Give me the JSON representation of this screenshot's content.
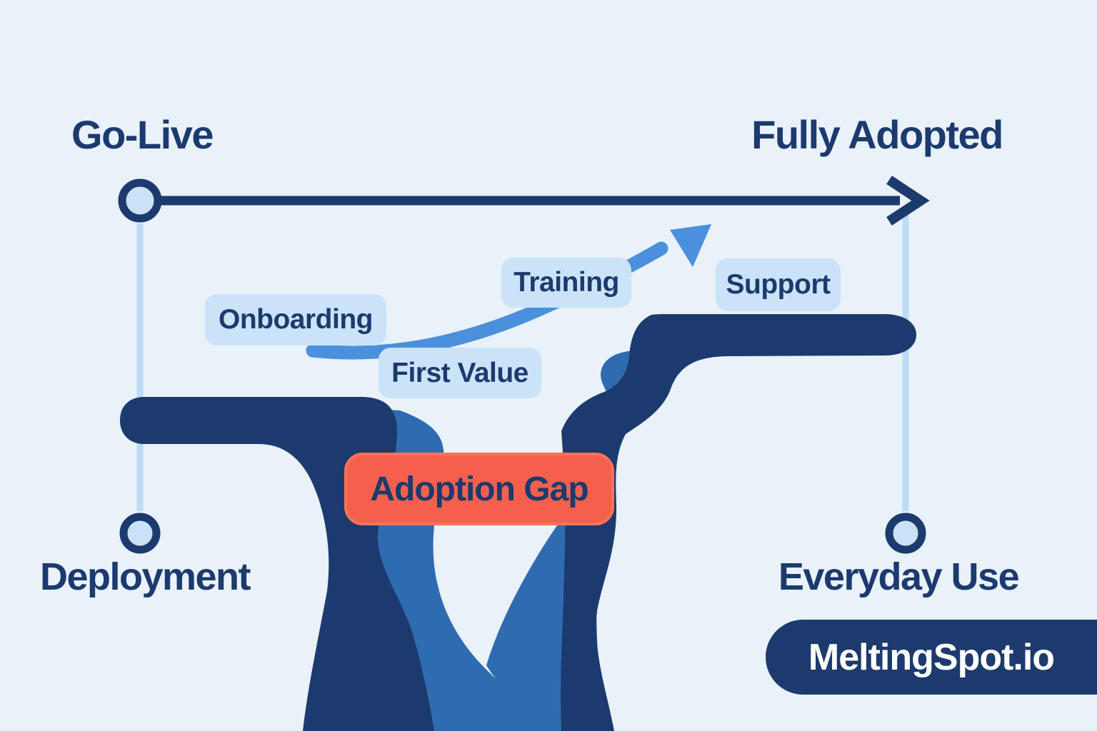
{
  "timeline": {
    "start_label": "Go-Live",
    "end_label": "Fully Adopted",
    "start_milestone": "Deployment",
    "end_milestone": "Everyday Use"
  },
  "journey_steps": [
    {
      "label": "Onboarding"
    },
    {
      "label": "First Value"
    },
    {
      "label": "Training"
    },
    {
      "label": "Support"
    }
  ],
  "gap": {
    "label": "Adoption Gap"
  },
  "brand": {
    "name": "MeltingSpot.io"
  },
  "colors": {
    "background": "#e9f1f9",
    "navy": "#1c3a6e",
    "arrow_blue": "#4a90dc",
    "canyon_blue": "#2f6bb0",
    "chip_bg": "#cbe3f8",
    "chip_text": "#1c3a6e",
    "gap_bg": "#f4604d",
    "gap_border": "#ff7257",
    "connector": "#bcdcf5",
    "node_fill": "#c9e2f7",
    "brand_bg": "#1c3a6e",
    "brand_text": "#ffffff"
  }
}
